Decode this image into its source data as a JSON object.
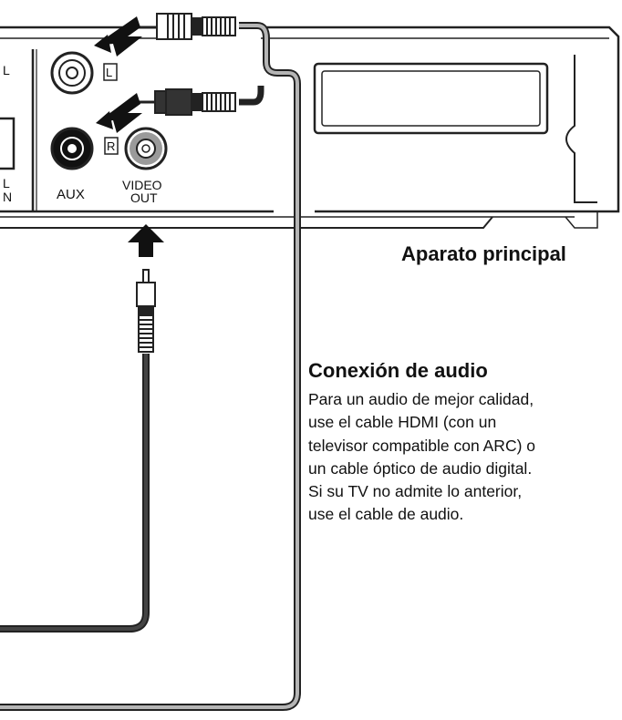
{
  "labels": {
    "port_l_small": "L",
    "port_l_left": "L",
    "port_n_left": "N",
    "aux_l": "L",
    "aux_r": "R",
    "aux": "AUX",
    "video_out_line1": "VIDEO",
    "video_out_line2": "OUT",
    "main_unit": "Aparato principal"
  },
  "note": {
    "title": "Conexión de audio",
    "lines": [
      "Para un audio de mejor calidad,",
      "use el cable HDMI (con un",
      "televisor compatible con ARC) o",
      "un cable óptico de audio digital.",
      "Si su TV no admite lo anterior,",
      "use el cable de audio."
    ]
  },
  "colors": {
    "outline": "#222222",
    "gray_cable": "#b5b5b5",
    "dark_cable": "#3a3a3a",
    "video_jack": "#9a9a9a"
  },
  "icons": [
    "arrow-in-icon",
    "arrow-up-icon",
    "rca-plug-icon"
  ]
}
